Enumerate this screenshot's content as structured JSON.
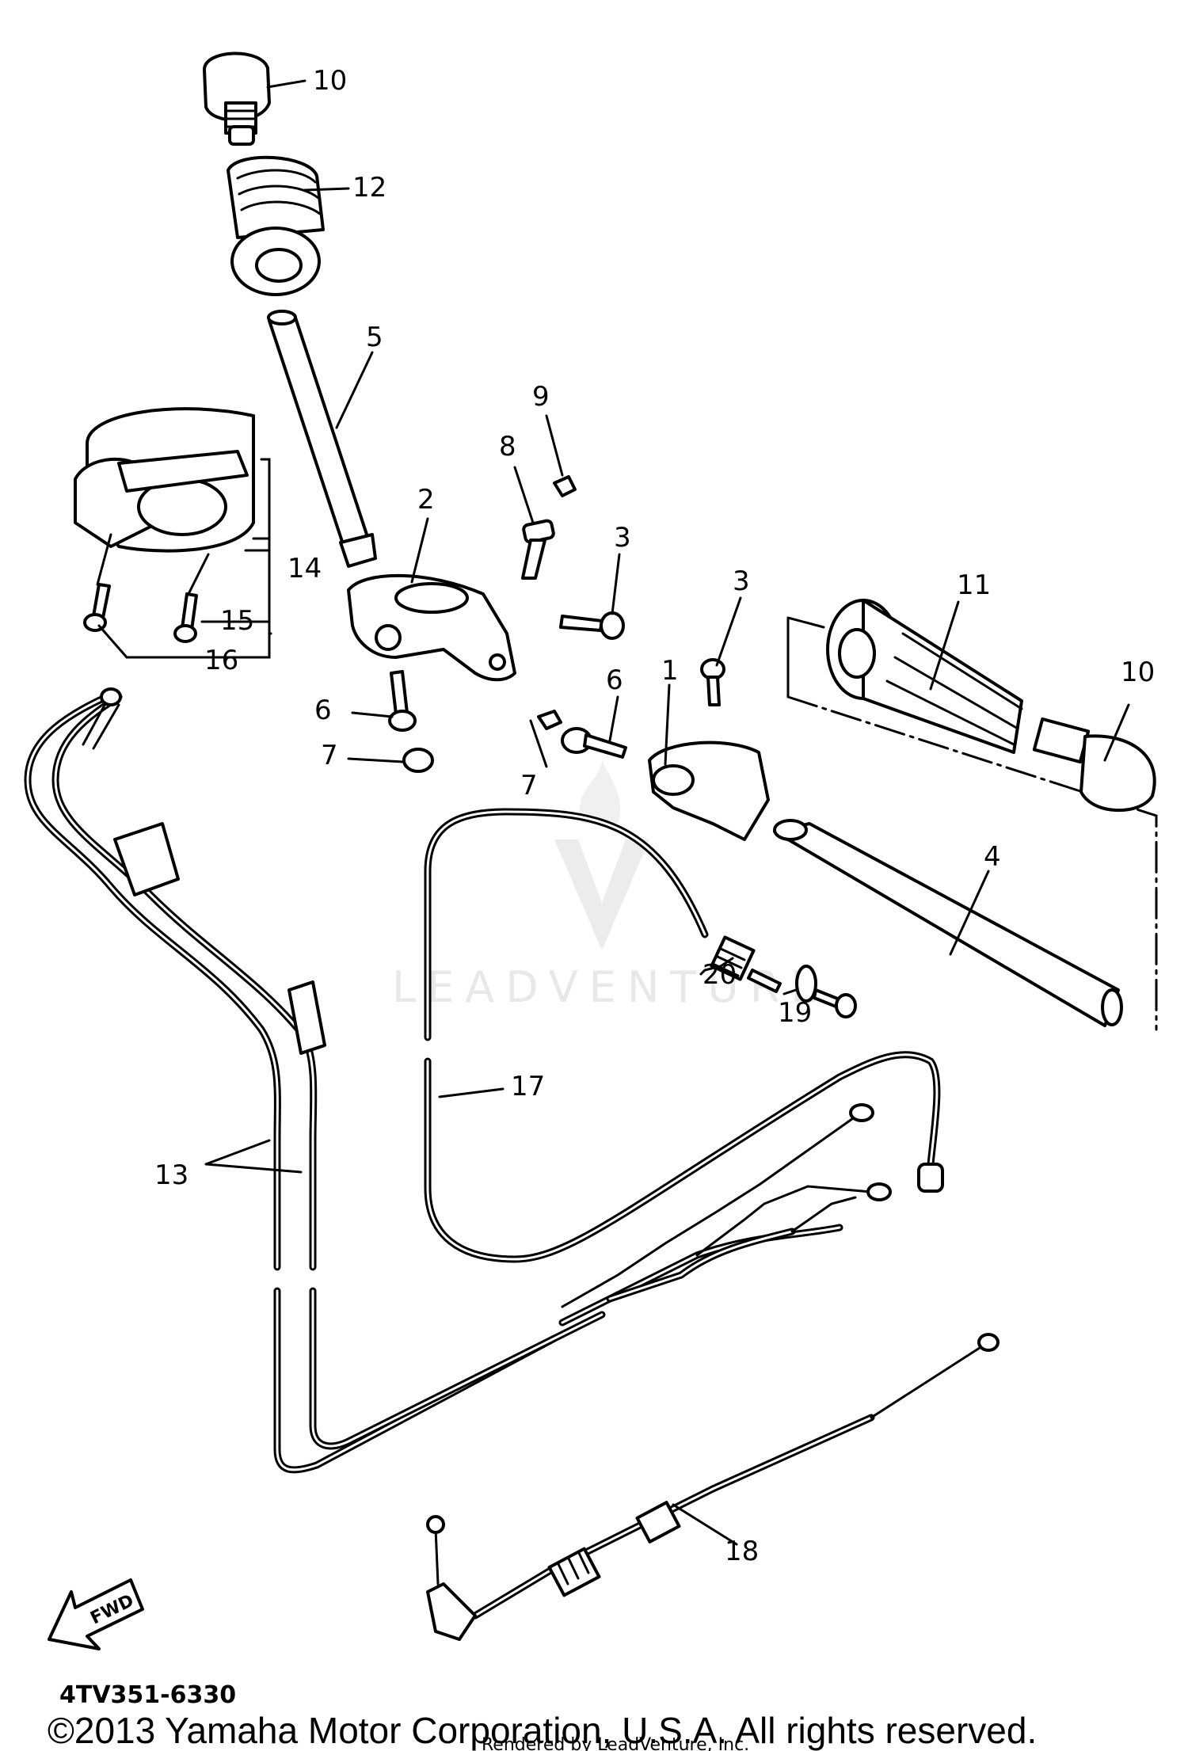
{
  "callouts": [
    {
      "id": "10a",
      "text": "10"
    },
    {
      "id": "12",
      "text": "12"
    },
    {
      "id": "5",
      "text": "5"
    },
    {
      "id": "9",
      "text": "9"
    },
    {
      "id": "8",
      "text": "8"
    },
    {
      "id": "2",
      "text": "2"
    },
    {
      "id": "3a",
      "text": "3"
    },
    {
      "id": "14",
      "text": "14"
    },
    {
      "id": "15",
      "text": "15"
    },
    {
      "id": "16",
      "text": "16"
    },
    {
      "id": "6a",
      "text": "6"
    },
    {
      "id": "7a",
      "text": "7"
    },
    {
      "id": "3b",
      "text": "3"
    },
    {
      "id": "11",
      "text": "11"
    },
    {
      "id": "10b",
      "text": "10"
    },
    {
      "id": "6b",
      "text": "6"
    },
    {
      "id": "1",
      "text": "1"
    },
    {
      "id": "7b",
      "text": "7"
    },
    {
      "id": "4",
      "text": "4"
    },
    {
      "id": "20",
      "text": "20"
    },
    {
      "id": "19",
      "text": "19"
    },
    {
      "id": "17",
      "text": "17"
    },
    {
      "id": "13",
      "text": "13"
    },
    {
      "id": "18",
      "text": "18"
    }
  ],
  "watermark": "LEADVENTURE",
  "fwd_label": "FWD",
  "diagram_code": "4TV351-6330",
  "copyright": "©2013 Yamaha Motor Corporation, U.S.A. All rights reserved.",
  "rendered_by": "Rendered by LeadVenture, Inc."
}
